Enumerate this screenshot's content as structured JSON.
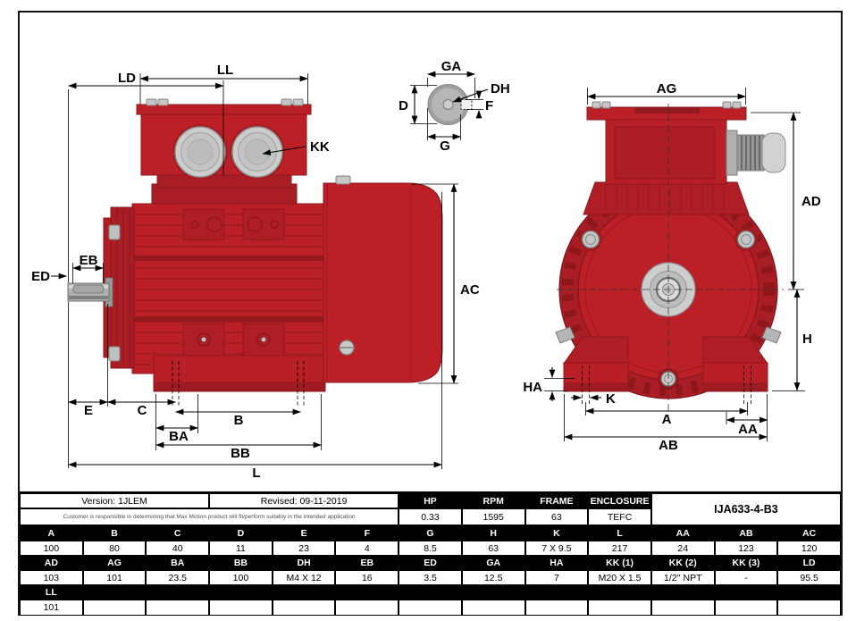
{
  "drawing": {
    "labels": {
      "ld": "LD",
      "ll": "LL",
      "kk": "KK",
      "eb": "EB",
      "ed": "ED",
      "e": "E",
      "c": "C",
      "b": "B",
      "ba": "BA",
      "bb": "BB",
      "l": "L",
      "ac": "AC",
      "ga": "GA",
      "d": "D",
      "dh": "DH",
      "f": "F",
      "g": "G",
      "ag": "AG",
      "ad": "AD",
      "h": "H",
      "ha": "HA",
      "k": "K",
      "a": "A",
      "aa": "AA",
      "ab": "AB"
    },
    "colors": {
      "motor_red": "#bc2027",
      "motor_red_dark": "#8e171c",
      "metal_gray": "#c9c9c9",
      "line": "#000000"
    }
  },
  "table": {
    "version_label": "Version: 1JLEM",
    "revised_label": "Revised: 09-11-2019",
    "disclaimer": "Customer is responsible in determining that Max Motion product will fit/perform suitably in the intended application",
    "model": "IJA633-4-B3",
    "spec_headers": [
      "HP",
      "RPM",
      "FRAME",
      "ENCLOSURE"
    ],
    "spec_values": [
      "0.33",
      "1595",
      "63",
      "TEFC"
    ],
    "dim_headers_1": [
      "A",
      "B",
      "C",
      "D",
      "E",
      "F",
      "G",
      "H",
      "K",
      "L",
      "AA",
      "AB",
      "AC"
    ],
    "dim_values_1": [
      "100",
      "80",
      "40",
      "11",
      "23",
      "4",
      "8.5",
      "63",
      "7 X 9.5",
      "217",
      "24",
      "123",
      "120"
    ],
    "dim_headers_2": [
      "AD",
      "AG",
      "BA",
      "BB",
      "DH",
      "EB",
      "ED",
      "GA",
      "HA",
      "KK (1)",
      "KK (2)",
      "KK (3)",
      "LD"
    ],
    "dim_values_2": [
      "103",
      "101",
      "23.5",
      "100",
      "M4 X 12",
      "16",
      "3.5",
      "12.5",
      "7",
      "M20 X 1.5",
      "1/2'' NPT",
      "-",
      "95.5"
    ],
    "dim_header_3": "LL",
    "dim_value_3": "101"
  }
}
